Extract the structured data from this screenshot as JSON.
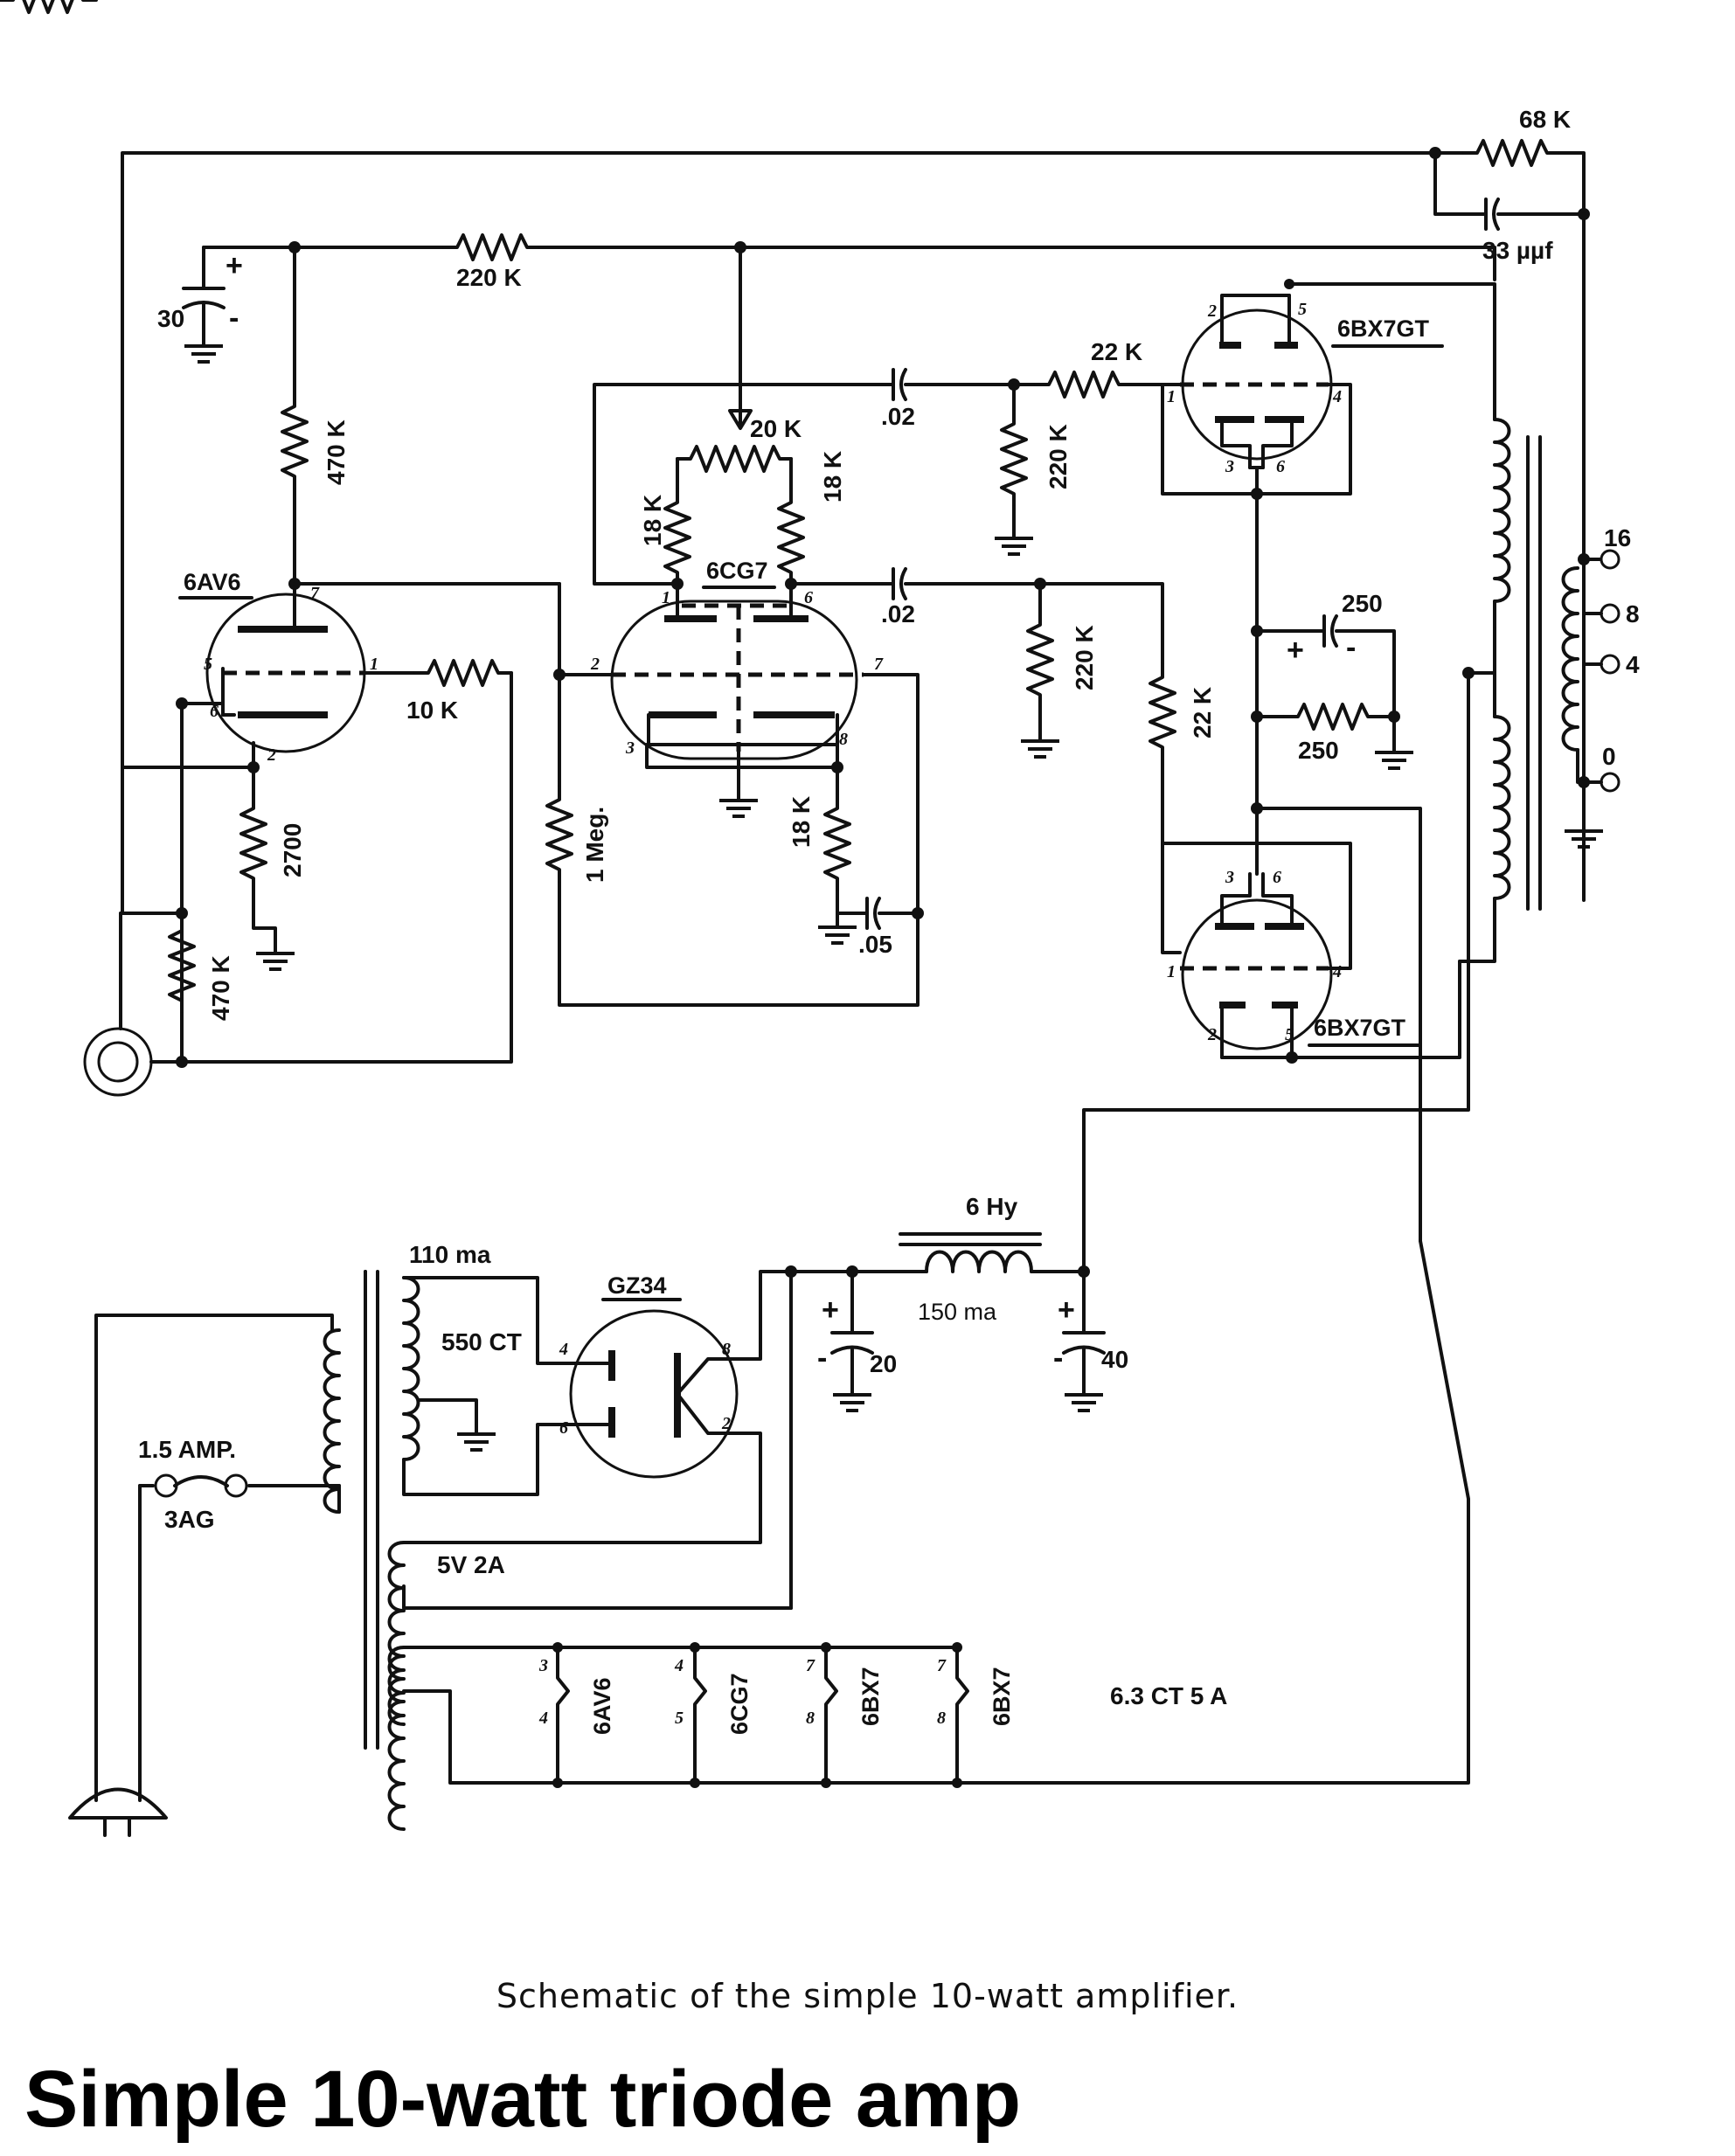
{
  "caption": "Schematic of the simple 10-watt amplifier.",
  "title": "Simple 10-watt triode amp",
  "tubes": {
    "v1": "6AV6",
    "v2": "6CG7",
    "v3": "6BX7GT",
    "v4": "6BX7GT",
    "rect": "GZ34"
  },
  "components": {
    "r_fb": "68 K",
    "c_fb": "33 µµf",
    "r_220k_top": "220 K",
    "c_30": "30",
    "r_470k_plate": "470 K",
    "r_10k": "10 K",
    "r_2700": "2700",
    "r_470k_input": "470 K",
    "pot_20k": "20 K",
    "r_18k_left": "18 K",
    "r_18k_right": "18 K",
    "r_1meg": "1 Meg.",
    "r_18k_cath": "18 K",
    "c_05": ".05",
    "c_02_top": ".02",
    "c_02_bot": ".02",
    "r_220k_grid_top": "220 K",
    "r_220k_grid_bot": "220 K",
    "r_22k_top": "22 K",
    "r_22k_bot": "22 K",
    "c_250": "250",
    "r_250": "250",
    "choke": "6 Hy",
    "choke_current": "150 ma",
    "c_20": "20",
    "c_40": "40",
    "ht_current": "110 ma",
    "ht_voltage": "550 CT",
    "fil_rect": "5V   2A",
    "fil_heater": "6.3 CT   5 A",
    "fuse_rating": "1.5 AMP.",
    "fuse_type": "3AG",
    "tap_16": "16",
    "tap_8": "8",
    "tap_4": "4",
    "tap_0": "0"
  },
  "heaters": [
    {
      "tube": "6AV6",
      "pin_a": "3",
      "pin_b": "4"
    },
    {
      "tube": "6CG7",
      "pin_a": "4",
      "pin_b": "5"
    },
    {
      "tube": "6BX7",
      "pin_a": "7",
      "pin_b": "8"
    },
    {
      "tube": "6BX7",
      "pin_a": "7",
      "pin_b": "8"
    }
  ]
}
